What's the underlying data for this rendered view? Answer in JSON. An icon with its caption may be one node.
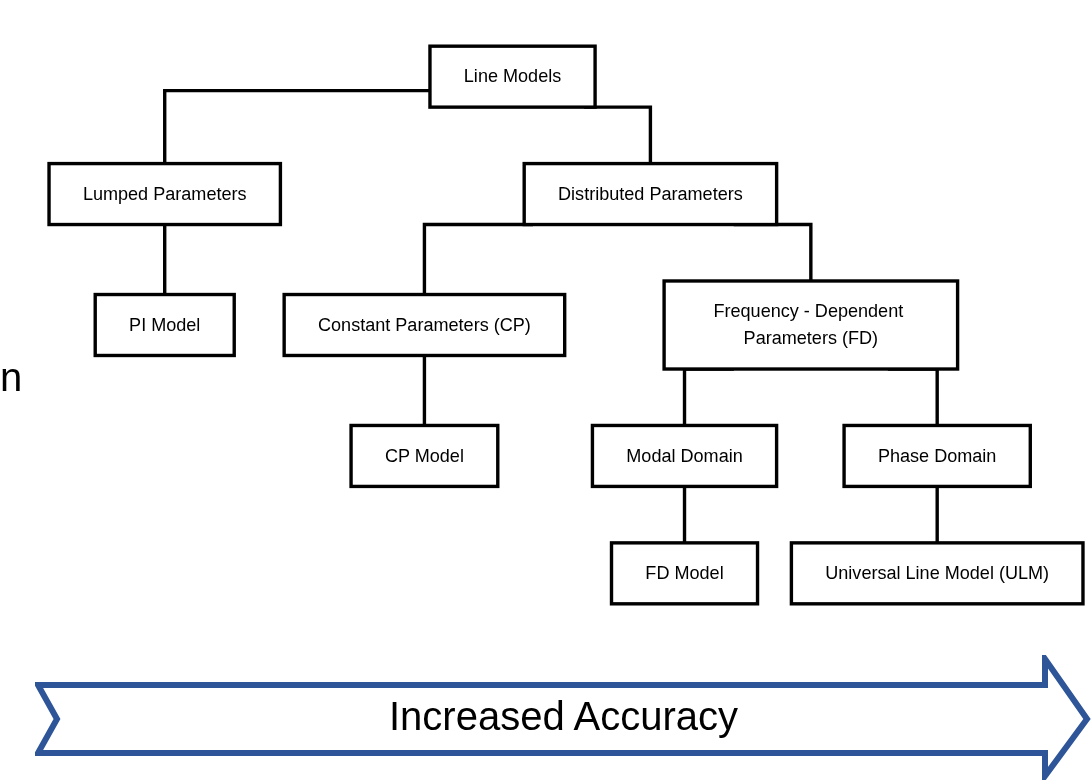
{
  "diagram": {
    "nodes": [
      {
        "text": [
          "Line Models"
        ]
      },
      {
        "text": [
          "Lumped Parameters"
        ]
      },
      {
        "text": [
          "Distributed Parameters"
        ]
      },
      {
        "text": [
          "PI Model"
        ]
      },
      {
        "text": [
          "Constant Parameters (CP)"
        ]
      },
      {
        "text": [
          "Frequency - Dependent Parameters (FD)"
        ]
      },
      {
        "text": [
          "CP Model"
        ]
      },
      {
        "text": [
          "Modal Domain"
        ]
      },
      {
        "text": [
          "Phase Domain"
        ]
      },
      {
        "text": [
          "FD Model"
        ]
      },
      {
        "text": [
          "Universal Line Model (ULM)"
        ]
      }
    ],
    "edges": [
      {
        "from": 0,
        "to": 1,
        "arrow": "none"
      },
      {
        "from": 0,
        "to": 2,
        "arrow": "none"
      },
      {
        "from": 1,
        "to": 3,
        "arrow": "none"
      },
      {
        "from": 2,
        "to": 4,
        "arrow": "none"
      },
      {
        "from": 2,
        "to": 5,
        "arrow": "none"
      },
      {
        "from": 4,
        "to": 6,
        "arrow": "none"
      },
      {
        "from": 5,
        "to": 7,
        "arrow": "none"
      },
      {
        "from": 5,
        "to": 8,
        "arrow": "none"
      },
      {
        "from": 7,
        "to": 9,
        "arrow": "none"
      },
      {
        "from": 8,
        "to": 10,
        "arrow": "none"
      }
    ],
    "labels": [
      "n",
      "Increased Accuracy"
    ]
  }
}
